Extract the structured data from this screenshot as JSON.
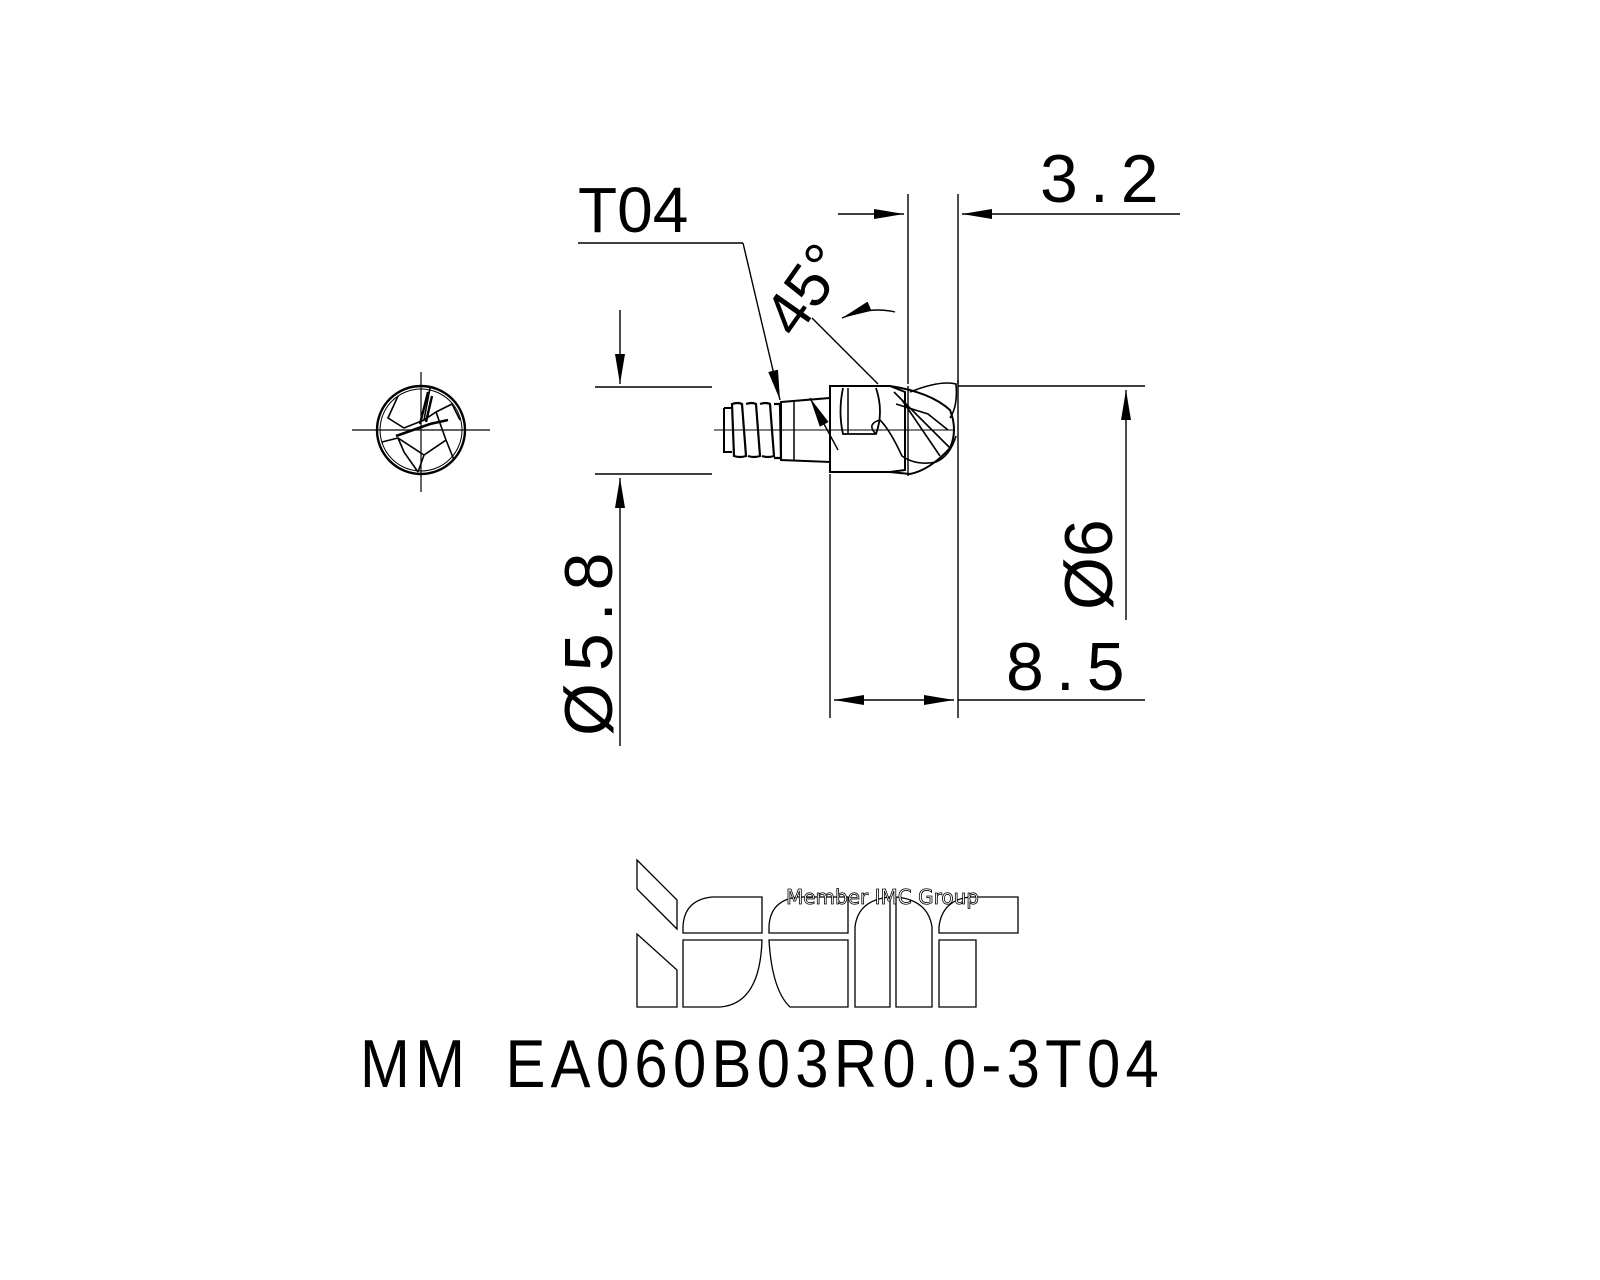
{
  "drawing": {
    "type": "technical-drawing",
    "subject": "Multi-Master solid carbide ball nose head",
    "dimensions": {
      "thread_size_label": "T04",
      "chamfer_angle_label": "45°",
      "flat_width_label": "3.2",
      "shank_diameter_label": "Ø5.8",
      "cutting_diameter_label": "Ø6",
      "head_length_label": "8.5"
    },
    "views": {
      "end_view": "front end view (circle with cutting edges)",
      "side_view": "side profile with threaded connection"
    }
  },
  "logo": {
    "brand": "iscar",
    "tagline": "Member IMC Group"
  },
  "title_block": {
    "prefix": "MM",
    "part_number": "EA060B03R0.0-3T04"
  },
  "colors": {
    "line": "#000000",
    "background": "#ffffff"
  }
}
